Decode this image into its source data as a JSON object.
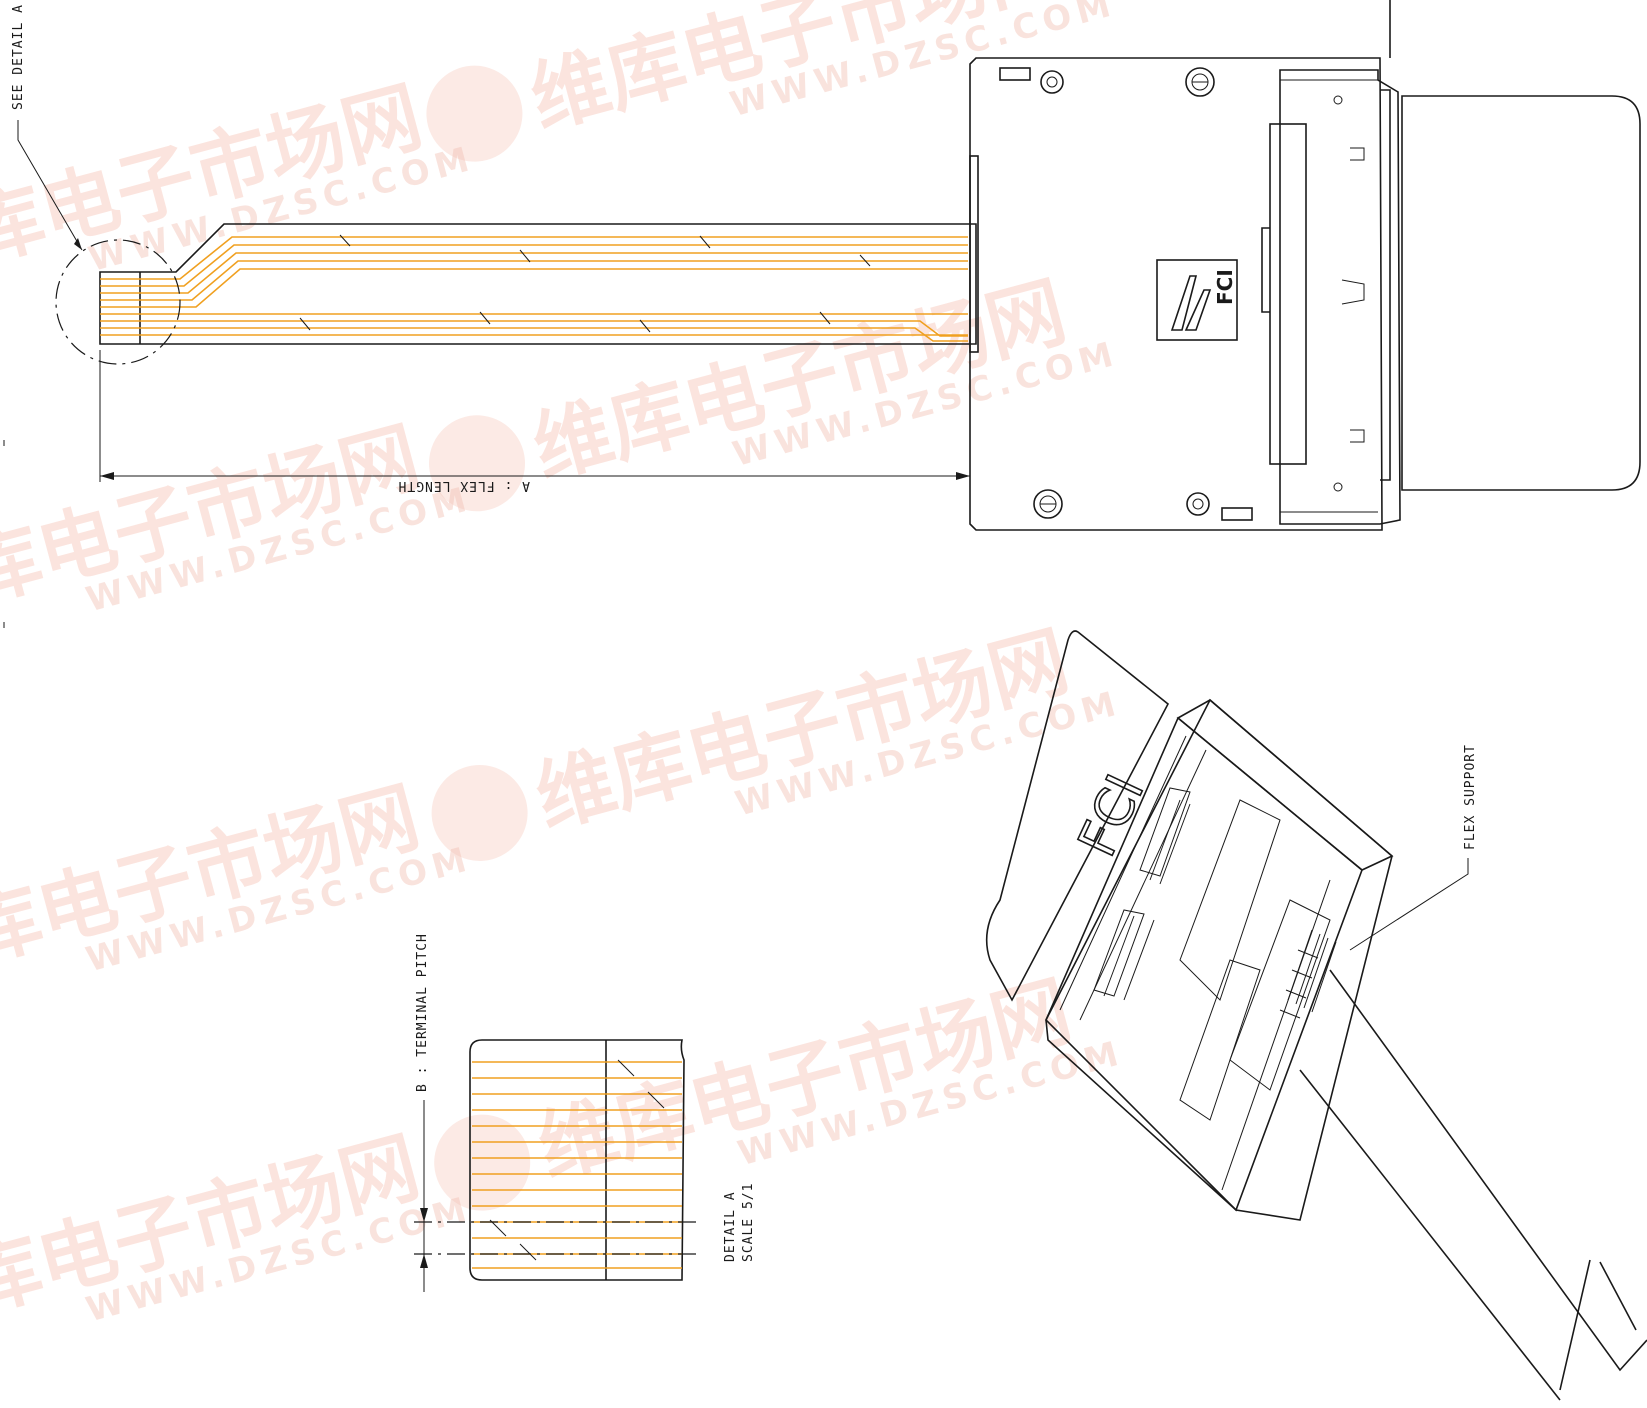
{
  "labels": {
    "see_detail": "SEE DETAIL A",
    "flex_length": "A : FLEX LENGTH",
    "terminal_pitch": "B : TERMINAL PITCH",
    "detail_title": "DETAIL A",
    "detail_scale": "SCALE 5/1",
    "flex_support": "FLEX SUPPORT"
  },
  "logos": {
    "connector_logo": "FCI",
    "connector_3d_logo": "FCI"
  },
  "watermark": {
    "cn": "维库电子市场网",
    "en": "WWW.DZSC.COM"
  },
  "colors": {
    "trace": "#f0a020",
    "line": "#1a1a1a",
    "watermark": "#f5b9a9"
  }
}
